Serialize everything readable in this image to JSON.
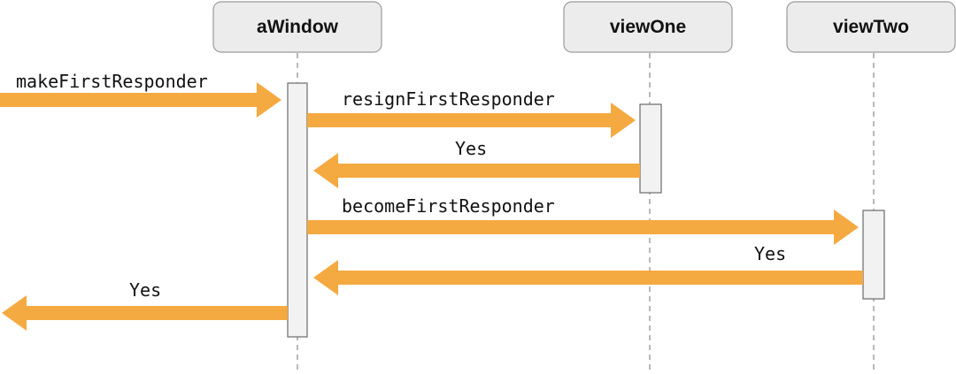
{
  "diagram": {
    "type": "sequence",
    "arrow_color": "#f5a941",
    "participants": [
      {
        "id": "window",
        "label": "aWindow"
      },
      {
        "id": "viewone",
        "label": "viewOne"
      },
      {
        "id": "viewtwo",
        "label": "viewTwo"
      }
    ],
    "messages": [
      {
        "id": "make",
        "label": "makeFirstResponder",
        "from": "external",
        "to": "window"
      },
      {
        "id": "resign",
        "label": "resignFirstResponder",
        "from": "window",
        "to": "viewone"
      },
      {
        "id": "resign-reply",
        "label": "Yes",
        "from": "viewone",
        "to": "window"
      },
      {
        "id": "become",
        "label": "becomeFirstResponder",
        "from": "window",
        "to": "viewtwo"
      },
      {
        "id": "become-reply",
        "label": "Yes",
        "from": "viewtwo",
        "to": "window"
      },
      {
        "id": "make-reply",
        "label": "Yes",
        "from": "window",
        "to": "external"
      }
    ]
  }
}
